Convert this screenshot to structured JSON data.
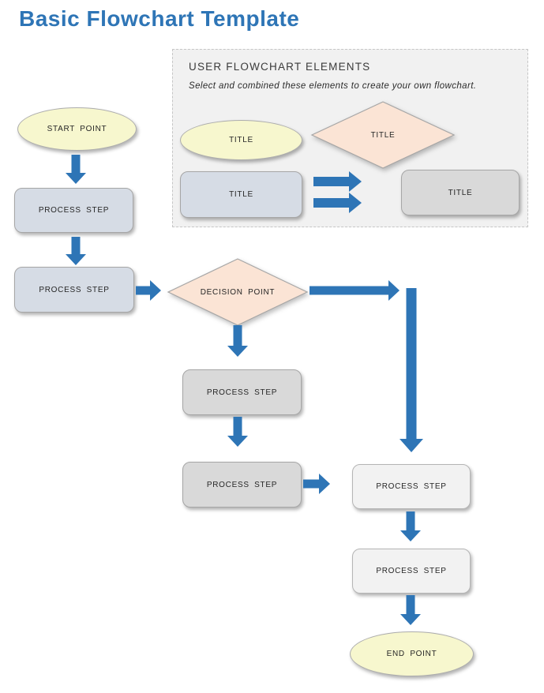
{
  "page": {
    "title": "Basic Flowchart Template"
  },
  "colors": {
    "accent_blue": "#2E75B6",
    "pale_yellow": "#F7F7CE",
    "pale_peach": "#FBE4D5",
    "blue_gray": "#D6DCE5",
    "gray": "#D9D9D9",
    "light_gray": "#F2F2F2",
    "panel_background": "#F1F1F1",
    "text": "#262626"
  },
  "elements_panel": {
    "title": "USER FLOWCHART ELEMENTS",
    "subtitle": "Select and combined these elements to create your own flowchart.",
    "samples": [
      {
        "shape": "ellipse",
        "label": "TITLE"
      },
      {
        "shape": "diamond",
        "label": "TITLE"
      },
      {
        "shape": "process-rect",
        "label": "TITLE"
      },
      {
        "shape": "result-rect",
        "label": "TITLE"
      }
    ]
  },
  "flowchart": {
    "nodes": [
      {
        "id": "start",
        "shape": "ellipse",
        "label": "START POINT"
      },
      {
        "id": "process-1",
        "shape": "rect",
        "label": "PROCESS STEP"
      },
      {
        "id": "process-2",
        "shape": "rect",
        "label": "PROCESS STEP"
      },
      {
        "id": "decision",
        "shape": "diamond",
        "label": "DECISION POINT"
      },
      {
        "id": "process-3",
        "shape": "rect",
        "label": "PROCESS STEP"
      },
      {
        "id": "process-4",
        "shape": "rect",
        "label": "PROCESS STEP"
      },
      {
        "id": "process-5",
        "shape": "rect",
        "label": "PROCESS STEP"
      },
      {
        "id": "process-6",
        "shape": "rect",
        "label": "PROCESS STEP"
      },
      {
        "id": "end",
        "shape": "ellipse",
        "label": "END POINT"
      }
    ]
  }
}
